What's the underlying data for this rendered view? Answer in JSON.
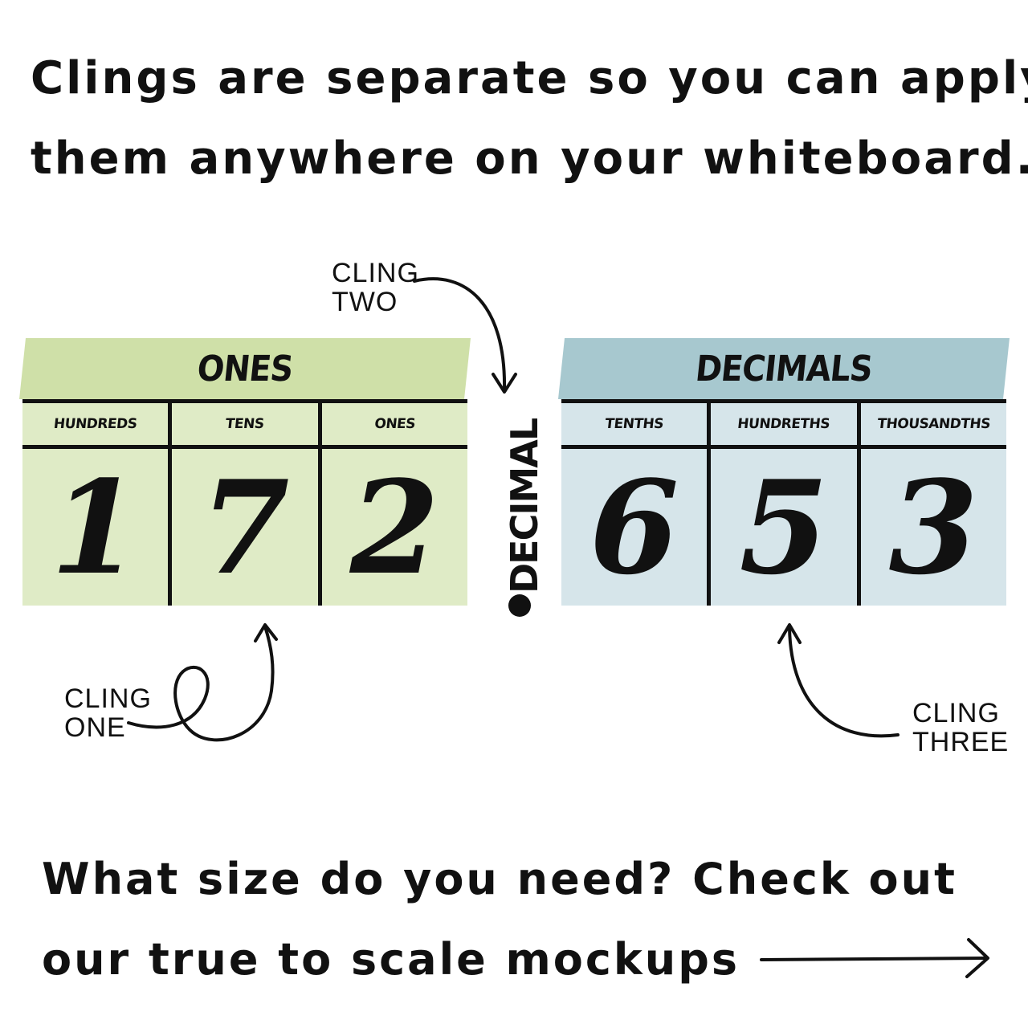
{
  "headline": {
    "line1": "Clings are separate so you can apply",
    "line2": "them anywhere on your whiteboard."
  },
  "cling_one": {
    "title": "ONES",
    "columns": [
      "HUNDREDS",
      "TENS",
      "ONES"
    ],
    "digits": [
      "1",
      "7",
      "2"
    ],
    "label_line1": "CLING",
    "label_line2": "ONE",
    "header_color": "#cfe0a8",
    "body_color": "#dfebc6"
  },
  "cling_two": {
    "word": "DECIMAL",
    "label_line1": "CLING",
    "label_line2": "TWO"
  },
  "cling_three": {
    "title": "DECIMALS",
    "columns": [
      "TENTHS",
      "HUNDRETHS",
      "THOUSANDTHS"
    ],
    "digits": [
      "6",
      "5",
      "3"
    ],
    "label_line1": "CLING",
    "label_line2": "THREE",
    "header_color": "#a7c8cf",
    "body_color": "#d6e5ea"
  },
  "footer": {
    "line1": "What size do you need? Check out",
    "line2": "our true to scale mockups"
  },
  "icons": [
    "arrow-curl",
    "arrow-down",
    "arrow-up",
    "arrow-right"
  ]
}
